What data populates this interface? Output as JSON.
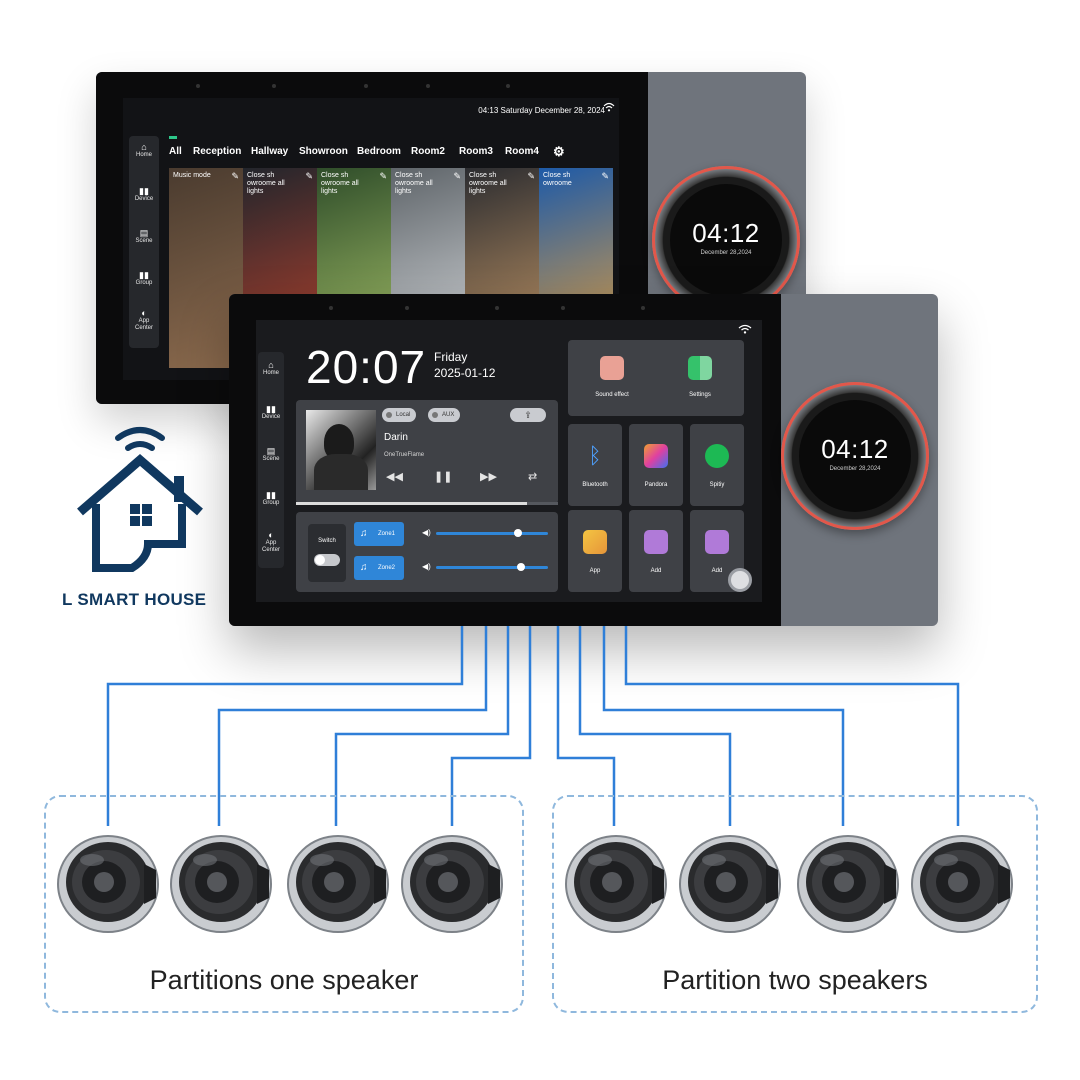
{
  "back_panel": {
    "status": "04:13 Saturday December 28, 2024",
    "sidebar": [
      "Home",
      "Device",
      "Scene",
      "Group",
      "App Center"
    ],
    "tabs": [
      "All",
      "Reception",
      "Hallway",
      "Showroon",
      "Bedroom",
      "Room2",
      "Room3",
      "Room4"
    ],
    "cards": [
      {
        "label": "Music mode",
        "colors": [
          "#4a3b2f",
          "#8b6a4d"
        ]
      },
      {
        "label": "Close sh owroome all lights",
        "colors": [
          "#22252c",
          "#b8432e"
        ]
      },
      {
        "label": "Close sh owroome all lights",
        "colors": [
          "#2f4d2a",
          "#a7c36a"
        ]
      },
      {
        "label": "Close sh owroome all lights",
        "colors": [
          "#5e6469",
          "#d8dbde"
        ]
      },
      {
        "label": "Close sh owroome all lights",
        "colors": [
          "#2b2c30",
          "#c79a68"
        ]
      },
      {
        "label": "Close sh owroome",
        "colors": [
          "#1d5aa8",
          "#e8a23c"
        ]
      }
    ],
    "knob": {
      "time": "04:12",
      "date": "December 28,2024"
    }
  },
  "front_panel": {
    "time": "20:07",
    "day": "Friday",
    "date": "2025-01-12",
    "sidebar": [
      "Home",
      "Device",
      "Scene",
      "Group",
      "App Center"
    ],
    "music": {
      "source_local": "Local",
      "source_aux": "AUX",
      "title": "Darin",
      "artist": "OneTrueFlame",
      "progress": 0.88
    },
    "zones": {
      "switch_label": "Switch",
      "zone1": "Zone1",
      "zone2": "Zone2",
      "zone1_volume": 0.7,
      "zone2_volume": 0.72
    },
    "tiles": {
      "sound_effect": "Sound effect",
      "settings": "Settings",
      "bluetooth": "Bluetooth",
      "pandora": "Pandora",
      "spotify": "Spitiy",
      "app": "App",
      "add1": "Add",
      "add2": "Add"
    },
    "knob": {
      "time": "04:12",
      "date": "December 28,2024"
    }
  },
  "brand": {
    "name": "L SMART HOUSE",
    "color": "#10385f"
  },
  "wire_color": "#2f7fd8",
  "partitions": [
    {
      "label": "Partitions one speaker"
    },
    {
      "label": "Partition two speakers"
    }
  ]
}
